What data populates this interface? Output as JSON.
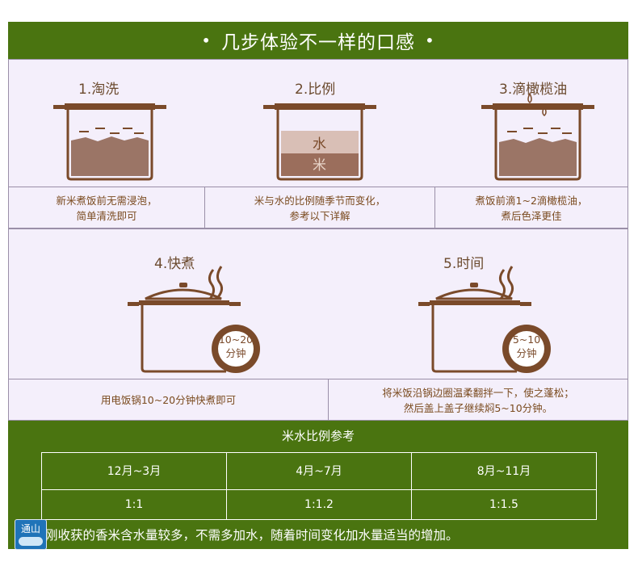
{
  "header": {
    "title": "几步体验不一样的口感",
    "bullet": "•"
  },
  "steps_top": [
    {
      "title": "1.淘洗",
      "caption_line1": "新米煮饭前无需浸泡，",
      "caption_line2": "简单清洗即可"
    },
    {
      "title": "2.比例",
      "caption_line1": "米与水的比例随季节而变化，",
      "caption_line2": "参考以下详解",
      "water_label": "水",
      "rice_label": "米"
    },
    {
      "title": "3.滴橄榄油",
      "caption_line1": "煮饭前滴1~2滴橄榄油，",
      "caption_line2": "煮后色泽更佳"
    }
  ],
  "steps_mid": [
    {
      "title": "4.快煮",
      "timer_line1": "10~20",
      "timer_line2": "分钟",
      "caption_line1": "用电饭锅10~20分钟快煮即可"
    },
    {
      "title": "5.时间",
      "timer_line1": "5~10",
      "timer_line2": "分钟",
      "caption_line1": "将米饭沿锅边圈温柔翻拌一下，使之蓬松；",
      "caption_line2": "然后盖上盖子继续焖5~10分钟。"
    }
  ],
  "ratio_table": {
    "title": "米水比例参考",
    "headers": [
      "12月~3月",
      "4月~7月",
      "8月~11月"
    ],
    "values": [
      "1:1",
      "1:1.2",
      "1:1.5"
    ]
  },
  "note": "刚收获的香米含水量较多，不需多加水，随着时间变化加水量适当的增加。",
  "badge": {
    "text": "通山"
  },
  "colors": {
    "green": "#4a7410",
    "brown": "#7a4a2a",
    "panel": "#f4effb"
  }
}
